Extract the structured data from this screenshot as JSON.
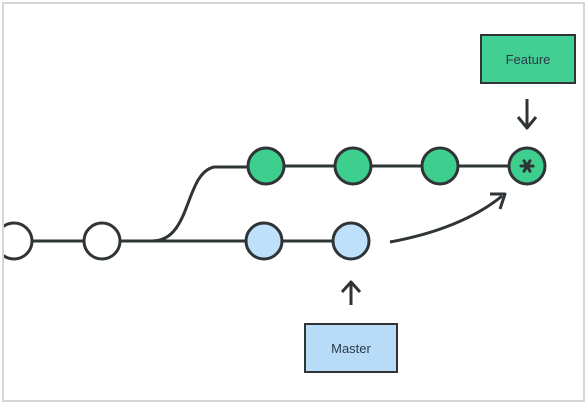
{
  "diagram": {
    "labels": {
      "feature": "Feature",
      "master": "Master"
    },
    "colors": {
      "stroke": "#2f3437",
      "feature_node": "#3ecf8e",
      "master_node": "#bfe0fb",
      "base_node": "#ffffff",
      "feature_label_bg": "#43cf94",
      "master_label_bg": "#b8dcf7",
      "label_border": "#2f3437"
    },
    "nodes": {
      "base": 2,
      "master": 2,
      "feature": 3,
      "merge": 1
    }
  }
}
